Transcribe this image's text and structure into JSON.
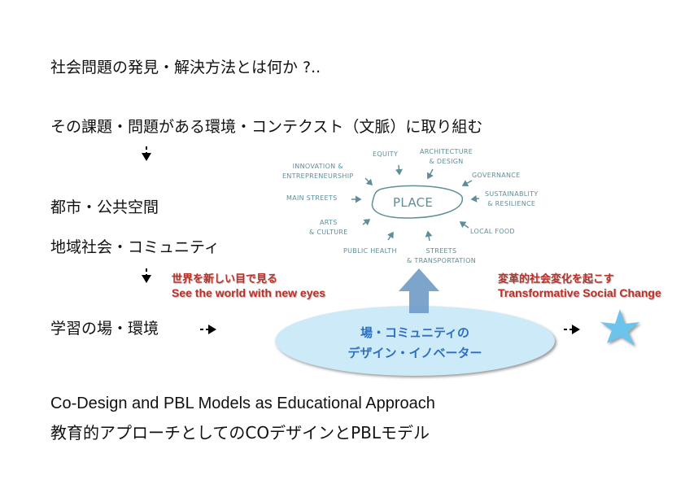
{
  "title": "社会問題の発見・解決方法とは何か ?..",
  "context": "その課題・問題がある環境・コンテクスト（文脈）に取り組む",
  "items": [
    "都市・公共空間",
    "地域社会・コミュニティ",
    "学習の場・環境"
  ],
  "place_diagram": {
    "center": "PLACE",
    "labels": {
      "equity": "EQUITY",
      "architecture": [
        "ARCHITECTURE",
        "& DESIGN"
      ],
      "innovation": [
        "INNOVATION &",
        "ENTREPRENEURSHIP"
      ],
      "governance": "GOVERNANCE",
      "main_streets": "MAIN STREETS",
      "sustainability": [
        "SUSTAINABLITY",
        "& RESILIENCE"
      ],
      "arts": [
        "ARTS",
        "& CULTURE"
      ],
      "local_food": "LOCAL FOOD",
      "public_health": "PUBLIC HEALTH",
      "streets": [
        "STREETS",
        "& TRANSPORTATION"
      ]
    }
  },
  "see_world": {
    "ja": "世界を新しい目で見る",
    "en": "See the world with new eyes"
  },
  "social_change": {
    "ja": "変革的社会変化を起こす",
    "en": "Transformative Social Change"
  },
  "innovator": [
    "場・コミュニティの",
    "デザイン・イノベーター"
  ],
  "footer": [
    "Co-Design and PBL Models as Educational Approach",
    "教育的アプローチとしてのCOデザインとPBLモデル"
  ],
  "colors": {
    "red": "#b8322a",
    "blue": "#2f6fc0",
    "diagram": "#5f8e98",
    "ellipse": "#cdeaf8",
    "star": "#6cc4ec"
  }
}
